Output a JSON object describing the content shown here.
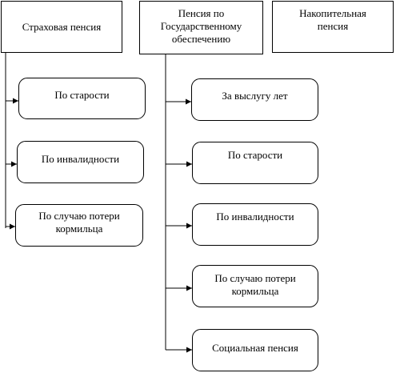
{
  "top_boxes": [
    "Страховая пенсия",
    "Пенсия по\nГосударственному\nобеспечению",
    "Накопительная\nпенсия"
  ],
  "insurance_pension_types": [
    "По старости",
    "По инвалидности",
    "По случаю потери\nкормильца"
  ],
  "state_pension_types": [
    "За выслугу лет",
    "По старости",
    "По инвалидности",
    "По случаю потери\nкормильца",
    "Социальная пенсия"
  ]
}
